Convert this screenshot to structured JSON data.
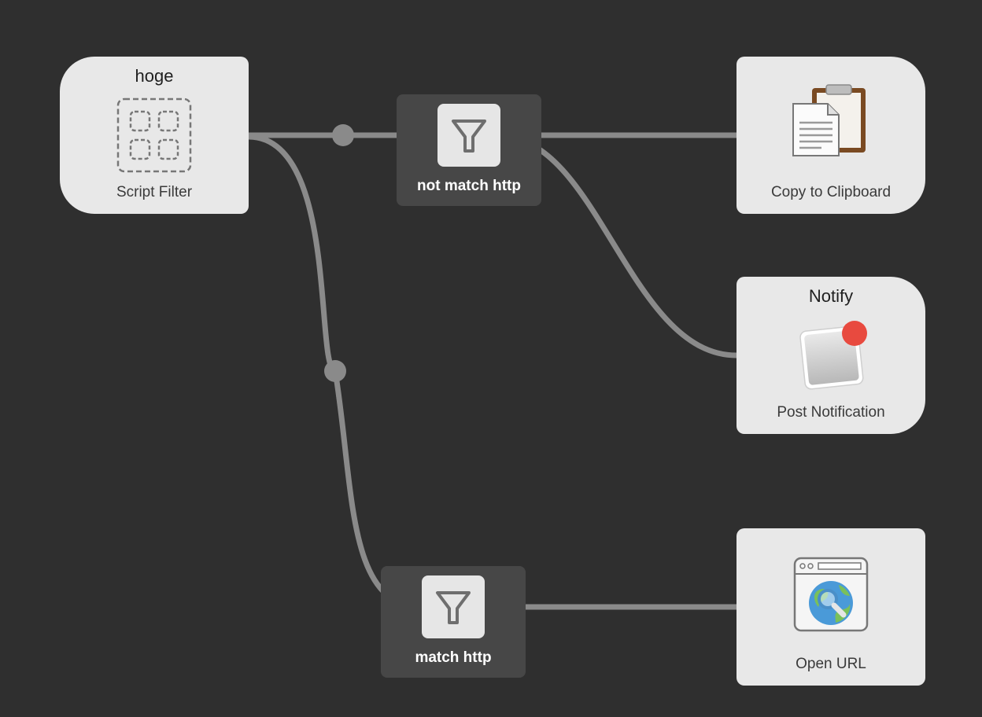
{
  "canvas": {
    "background": "#2f2f2f",
    "wire_color": "#8a8a8a"
  },
  "nodes": {
    "script_filter": {
      "title": "hoge",
      "label": "Script Filter",
      "icon": "script-filter-grid-icon"
    },
    "not_match": {
      "label": "not match http",
      "icon": "filter-funnel-icon"
    },
    "copy": {
      "label": "Copy to Clipboard",
      "icon": "clipboard-icon"
    },
    "notify": {
      "title": "Notify",
      "label": "Post Notification",
      "icon": "notification-badge-icon",
      "badge_color": "#e84a3f"
    },
    "match": {
      "label": "match http",
      "icon": "filter-funnel-icon"
    },
    "open_url": {
      "label": "Open URL",
      "icon": "browser-globe-icon"
    }
  }
}
